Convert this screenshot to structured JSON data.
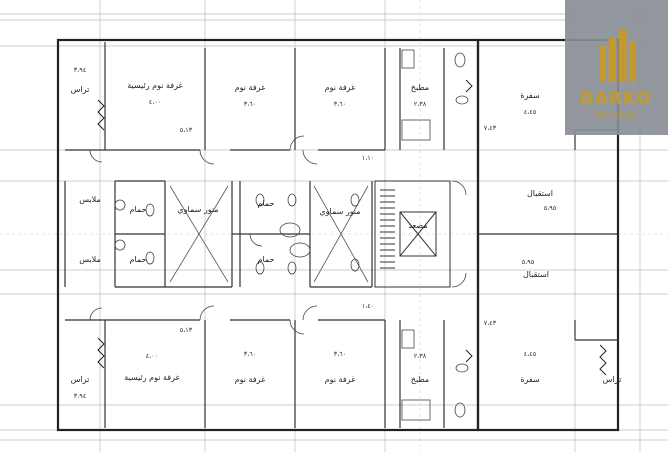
{
  "plan": {
    "labels": {
      "bedroom_master_top": "غرفة نوم رئيسية",
      "bedroom_top_1": "غرفة نوم",
      "bedroom_top_2": "غرفة نوم",
      "kitchen_top": "مطبخ",
      "dining_top": "سفرة",
      "terrace_top_left": "تراس",
      "clothes_top": "ملابس",
      "bath_top_left": "حمام",
      "shaft_left": "منور سماوي",
      "bath_center_1": "حمام",
      "bath_center_2": "حمام",
      "shaft_right": "منور سماوي",
      "elevator": "مصعد",
      "reception_top": "استقبال",
      "clothes_bottom": "ملابس",
      "bath_bottom_left": "حمام",
      "reception_bottom": "استقبال",
      "bedroom_master_bottom": "غرفة نوم رئيسية",
      "bedroom_bottom_1": "غرفة نوم",
      "bedroom_bottom_2": "غرفة نوم",
      "kitchen_bottom": "مطبخ",
      "dining_bottom": "سفرة",
      "terrace_bottom_left": "تراس",
      "terrace_bottom_right": "تراس"
    },
    "dims": {
      "master_top": "٤،٠٠",
      "bed1_top": "٣،٦٠",
      "bed2_top": "٣،٦٠",
      "kitchen_top": "٢،٣٨",
      "dining_top": "٤،٤٥",
      "reception_top": "٥،٩٥",
      "reception_bottom": "٥،٩٥",
      "master_bottom": "٤،٠٠",
      "bed1_bottom": "٣،٦٠",
      "bed2_bottom": "٣،٦٠",
      "kitchen_bottom": "٢،٣٨",
      "dining_bottom": "٤،٤٥",
      "terrace_top": "٣،٩٤",
      "terrace_bottom": "٣،٩٤",
      "side_top": "٥،١٣",
      "side_bottom": "٥،١٣",
      "stair": "١،١٠",
      "corr": "١،٤٠",
      "right_top": "٧،٤٣",
      "right_bottom": "٧،٤٣"
    }
  },
  "logo": {
    "word": "DARKO",
    "tagline": "Real Estate"
  }
}
